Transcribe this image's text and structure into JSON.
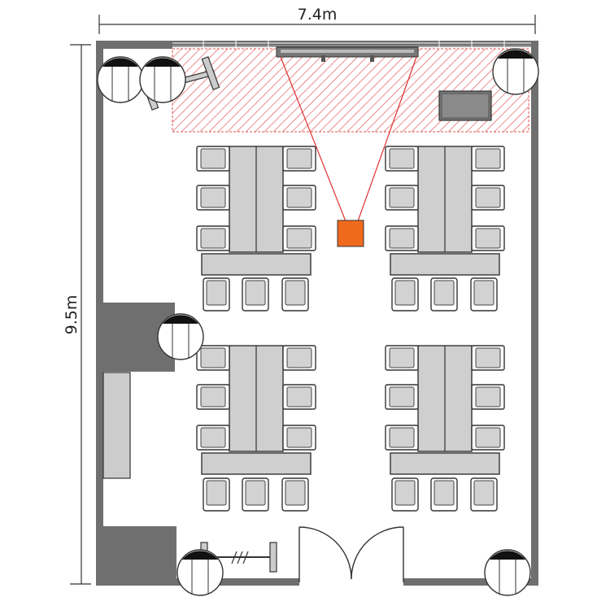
{
  "dimensions": {
    "width_label": "7.4m",
    "height_label": "9.5m"
  },
  "colors": {
    "wall": "#6f6f6f",
    "hatch": "#e05050",
    "projector": "#f06a1e",
    "table": "#cfcfcf",
    "cabinet": "#cccccc"
  },
  "layout": {
    "table_groups": 4,
    "chairs_per_side": 3,
    "chairs_at_end": 3
  }
}
